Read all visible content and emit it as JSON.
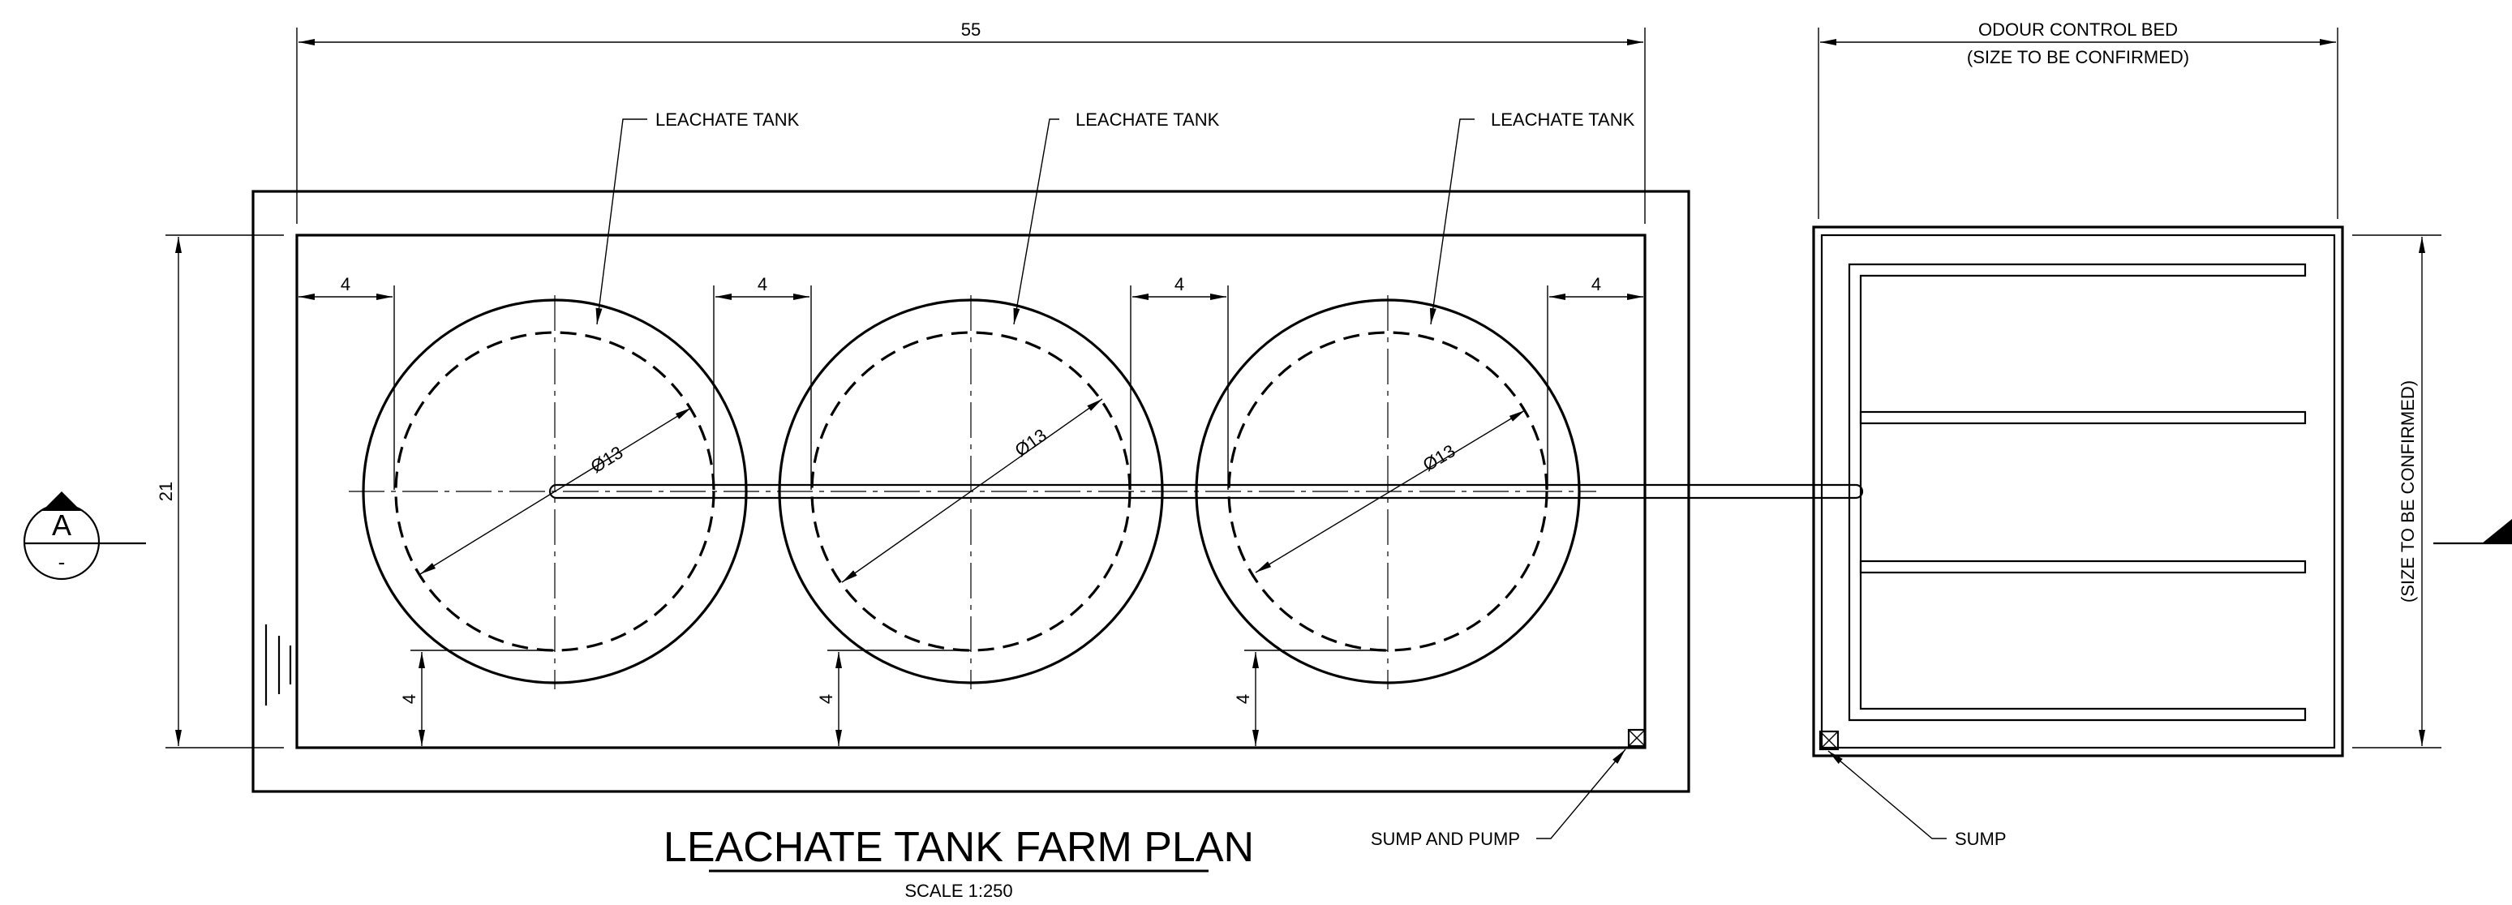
{
  "drawing": {
    "title": "LEACHATE TANK FARM PLAN",
    "scale": "SCALE 1:250",
    "overall_length": "55",
    "overall_width": "21",
    "tank_label": "LEACHATE TANK",
    "tank_diameter": "Ø13",
    "clearance": "4",
    "odour_bed_title": "ODOUR CONTROL BED",
    "odour_bed_note": "(SIZE TO BE CONFIRMED)",
    "odour_bed_side_note": "(SIZE TO BE CONFIRMED)",
    "sump_pump_label": "SUMP AND PUMP",
    "sump_label": "SUMP",
    "section_letter": "A",
    "section_sheet": "-"
  }
}
